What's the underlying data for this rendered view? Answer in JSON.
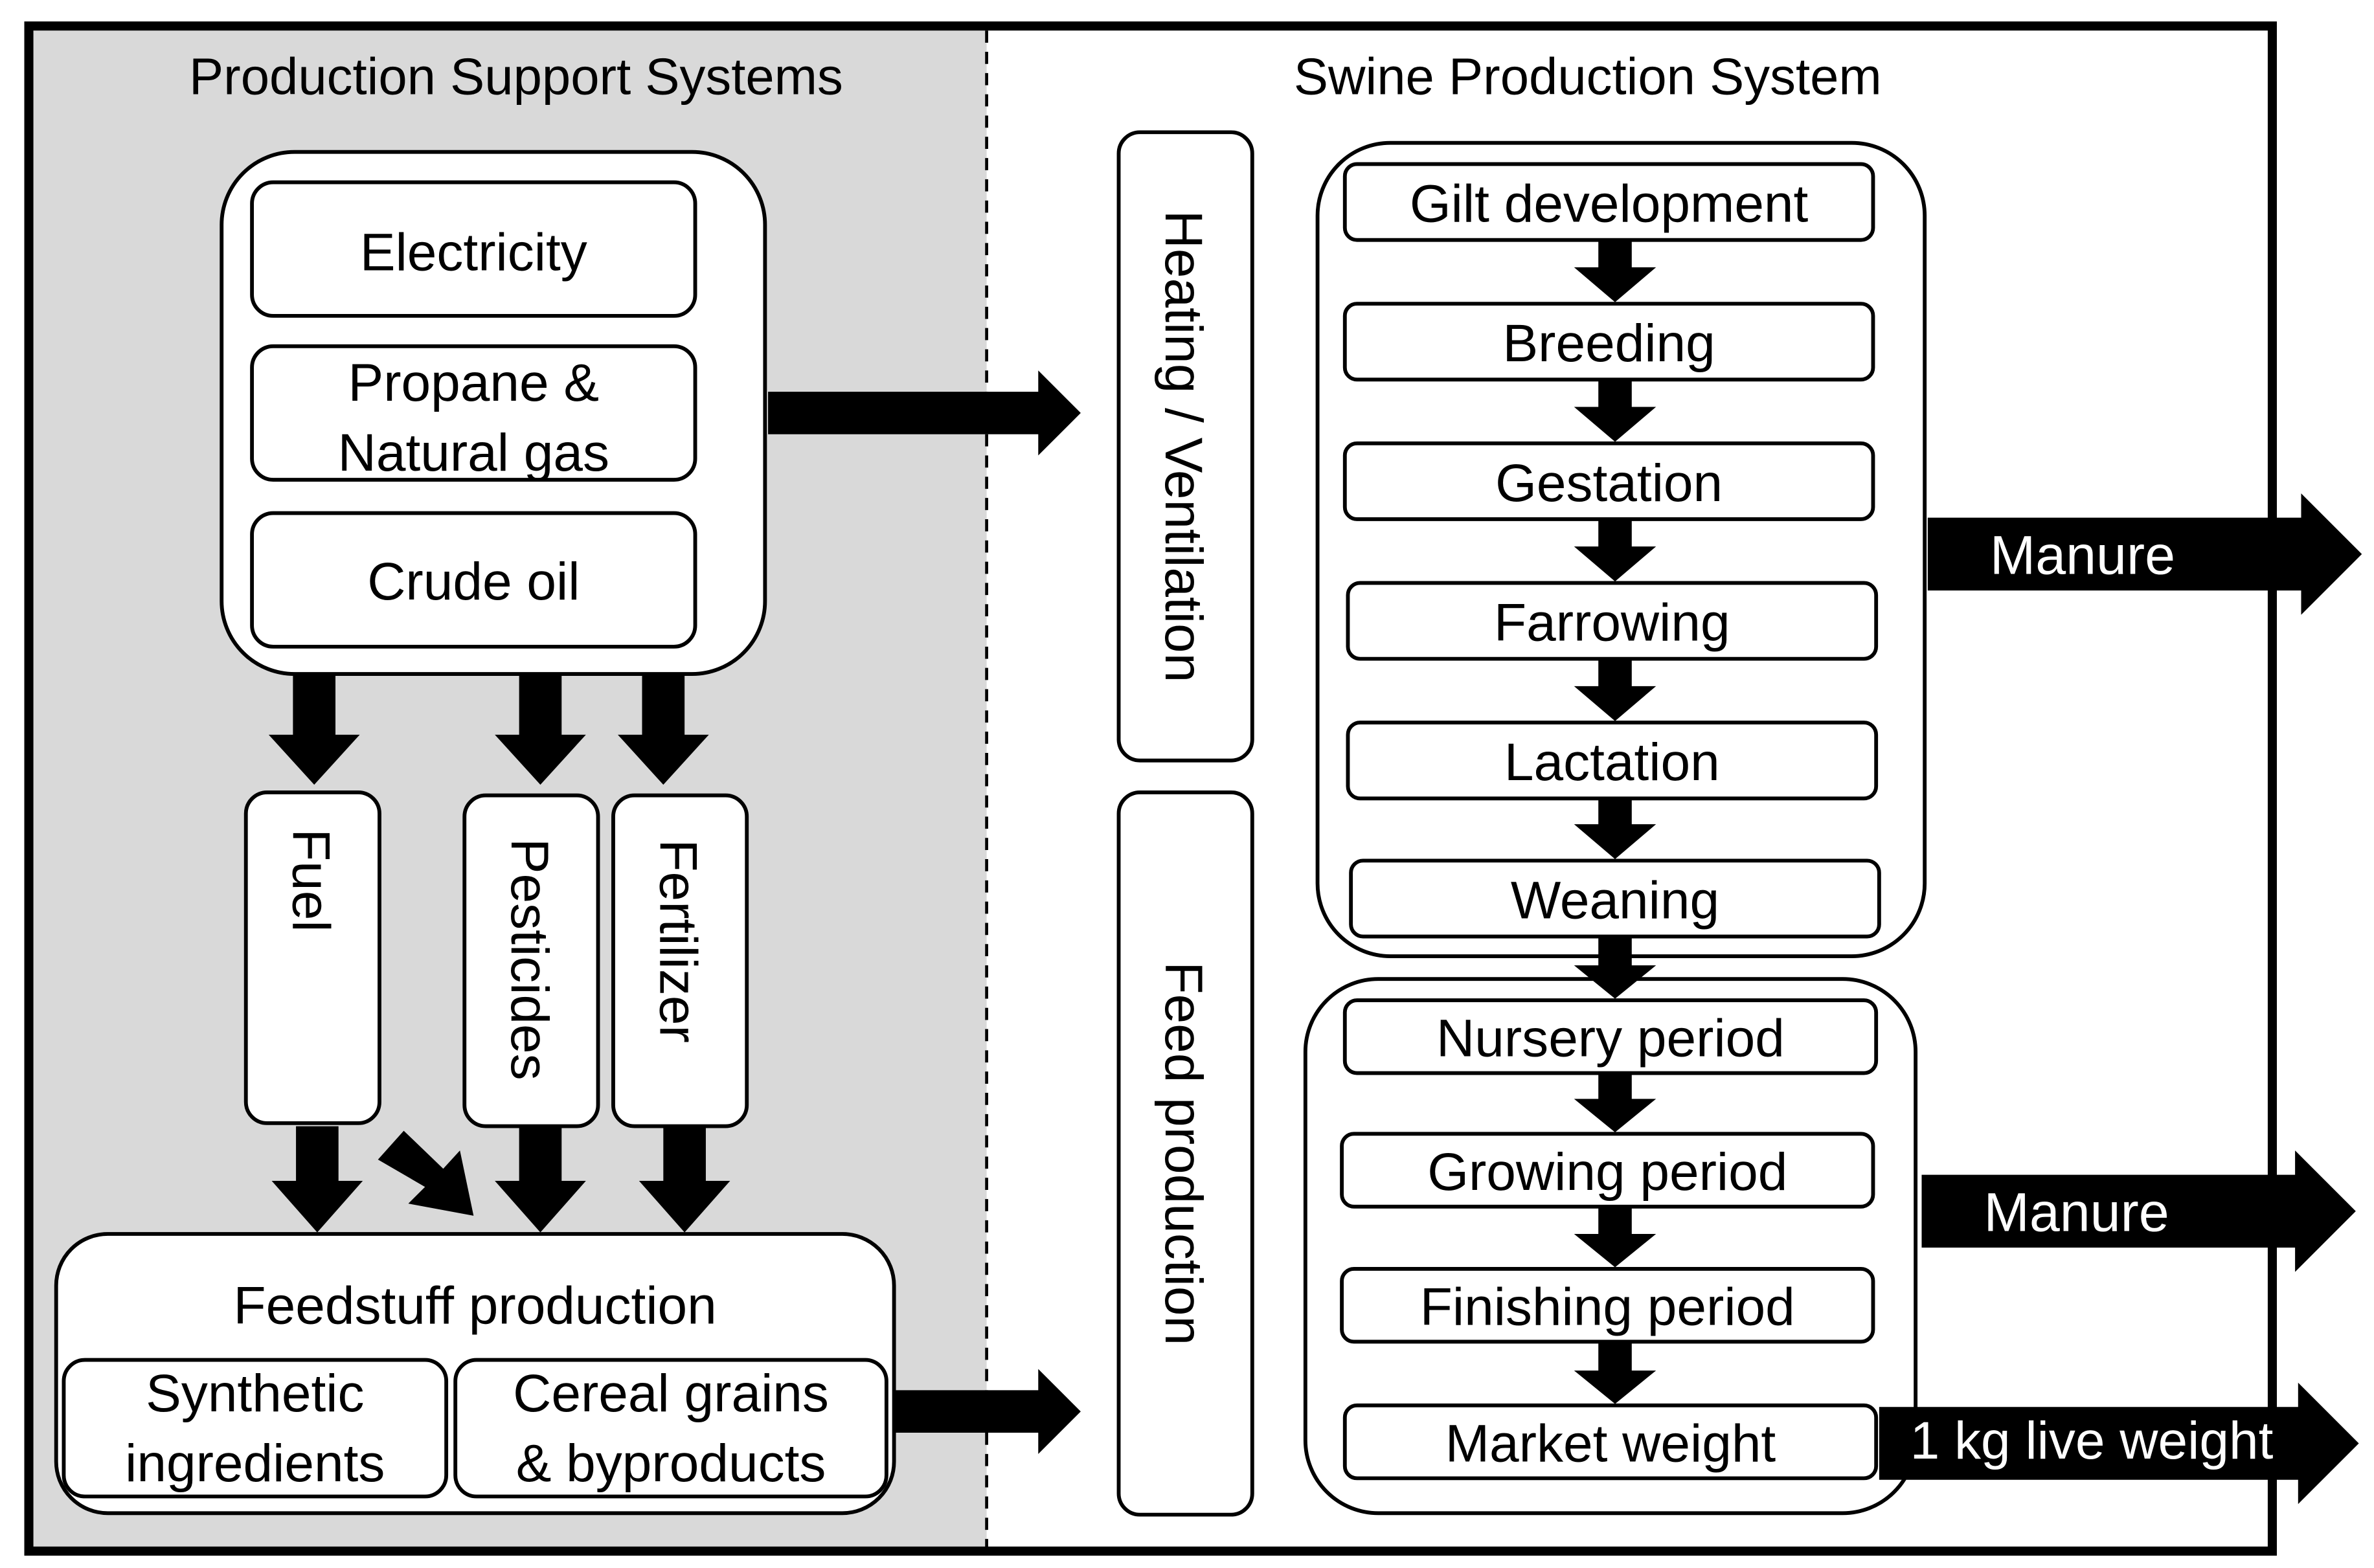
{
  "colors": {
    "support_panel_bg": "#d9d9d9",
    "box_fill": "#ffffff",
    "stroke": "#000000",
    "arrow": "#000000",
    "arrow_text": "#ffffff"
  },
  "support_systems": {
    "title": "Production Support Systems",
    "energy_sources": [
      "Electricity",
      "Propane &",
      "Natural gas",
      "Crude oil"
    ],
    "inputs": [
      "Fuel",
      "Pesticides",
      "Fertilizer"
    ],
    "feedstuff": {
      "title": "Feedstuff production",
      "synthetic_1": "Synthetic",
      "synthetic_2": "ingredients",
      "cereal_1": "Cereal grains",
      "cereal_2": "& byproducts"
    }
  },
  "swine_system": {
    "title": "Swine Production System",
    "heating_label": "Heating / Ventilation",
    "feed_label": "Feed production",
    "breeding_stages": [
      "Gilt development",
      "Breeding",
      "Gestation",
      "Farrowing",
      "Lactation",
      "Weaning"
    ],
    "growth_stages": [
      "Nursery period",
      "Growing period",
      "Finishing period",
      "Market weight"
    ]
  },
  "outputs": {
    "manure_1": "Manure",
    "manure_2": "Manure",
    "live_weight": "1 kg live weight"
  }
}
